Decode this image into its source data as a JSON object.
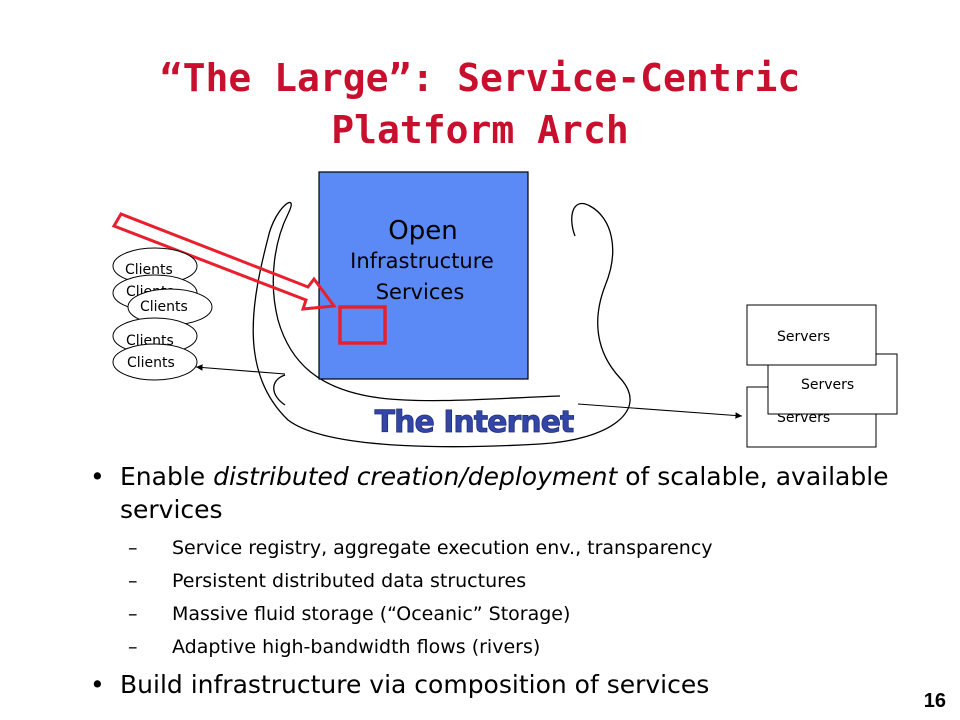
{
  "slide": {
    "title_line1": "“The Large”: Service-Centric",
    "title_line2": "Platform Arch",
    "page_number": "16"
  },
  "diagram": {
    "center_box": {
      "line1": "Open",
      "line2": "Infrastructure",
      "line3": "Services",
      "fill_color": "#5b8af6"
    },
    "clients": [
      "Clients",
      "Clients",
      "Clients",
      "Clients",
      "Clients"
    ],
    "servers": [
      "Servers",
      "Servers",
      "Servers"
    ],
    "cloud_label": "The Internet",
    "highlight_color": "#e8202e",
    "cloud_label_color": "#3346a8"
  },
  "bullets": [
    {
      "text_before": "Enable ",
      "text_emph": "distributed creation/deployment",
      "text_after": " of scalable, available services",
      "subitems": [
        "Service registry, aggregate execution env., transparency",
        "Persistent distributed data structures",
        "Massive fluid storage (“Oceanic” Storage)",
        "Adaptive high-bandwidth flows (rivers)"
      ]
    },
    {
      "text_before": "Build infrastructure via composition of services",
      "text_emph": "",
      "text_after": "",
      "subitems": []
    }
  ]
}
